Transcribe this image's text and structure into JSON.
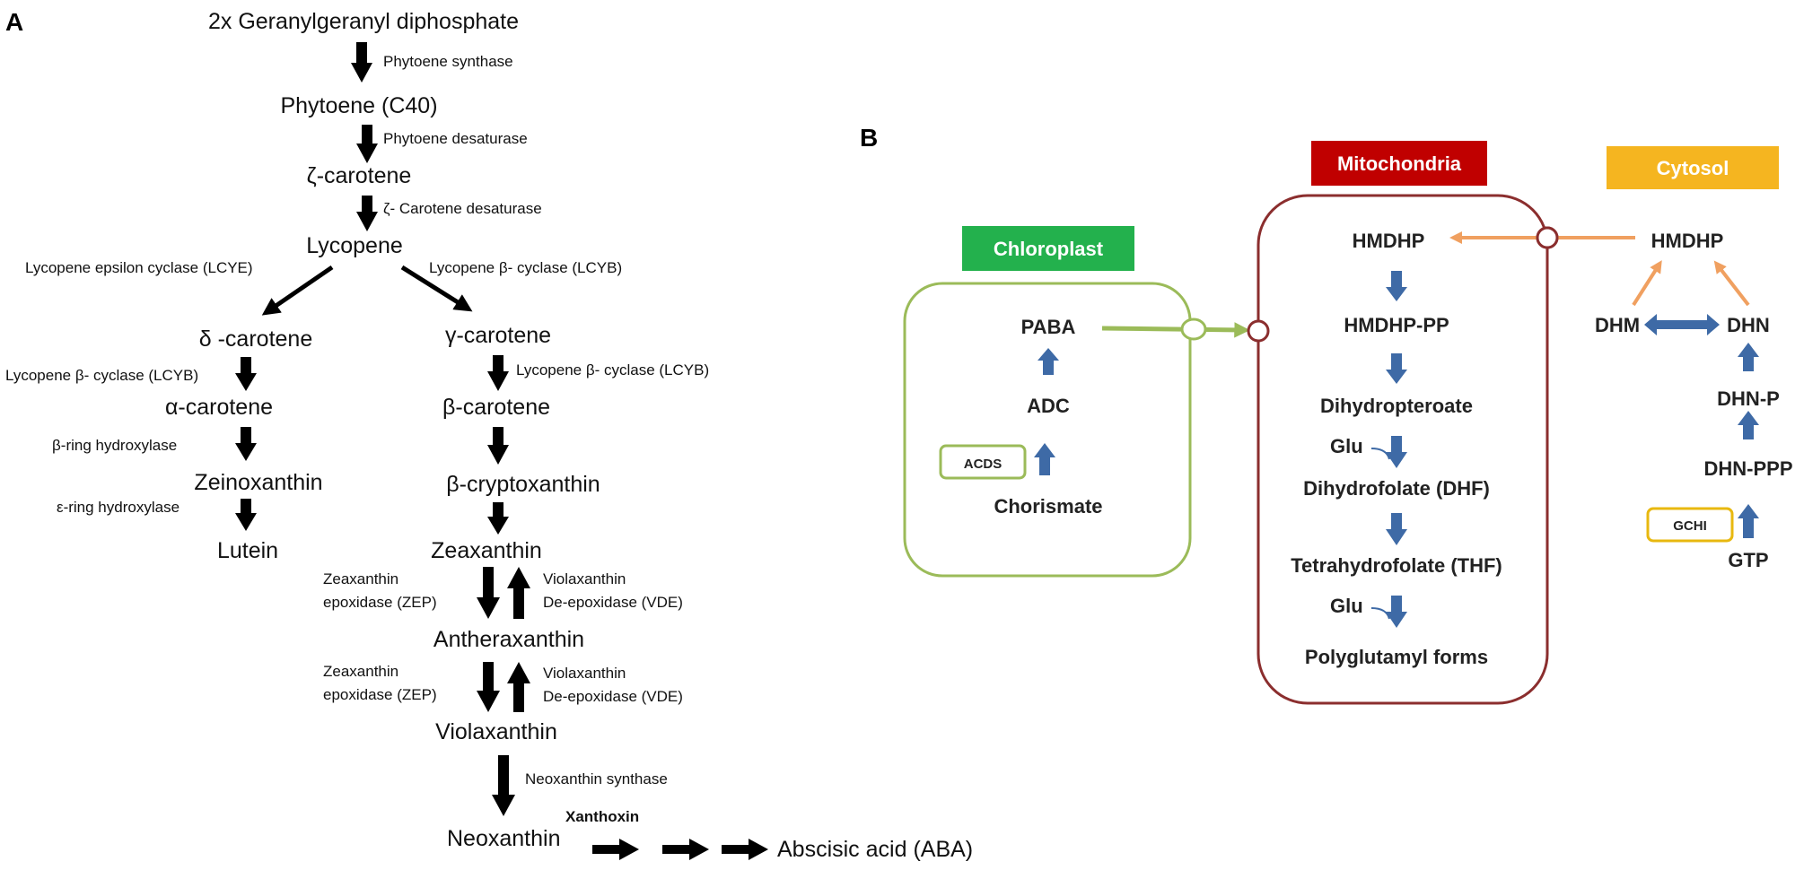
{
  "panel_a": {
    "label": "A",
    "nodes": {
      "ggpp": "2x Geranylgeranyl diphosphate",
      "phytoene": "Phytoene (C40)",
      "zeta_carotene": "ζ-carotene",
      "lycopene": "Lycopene",
      "delta_carotene": "δ -carotene",
      "gamma_carotene": "γ-carotene",
      "alpha_carotene": "α-carotene",
      "beta_carotene": "β-carotene",
      "zeinoxanthin": "Zeinoxanthin",
      "beta_cryptoxanthin": "β-cryptoxanthin",
      "lutein": "Lutein",
      "zeaxanthin": "Zeaxanthin",
      "antheraxanthin": "Antheraxanthin",
      "violaxanthin": "Violaxanthin",
      "neoxanthin": "Neoxanthin",
      "xanthoxin": "Xanthoxin",
      "aba": "Abscisic acid (ABA)"
    },
    "enzymes": {
      "phytoene_synthase": "Phytoene synthase",
      "phytoene_desaturase": "Phytoene desaturase",
      "zeta_desaturase": "ζ- Carotene desaturase",
      "lcye": "Lycopene epsilon cyclase (LCYE)",
      "lcyb_right": "Lycopene β- cyclase (LCYB)",
      "lcyb_left": "Lycopene β- cyclase (LCYB)",
      "lcyb_gamma": "Lycopene β- cyclase (LCYB)",
      "beta_ring": "β-ring hydroxylase",
      "epsilon_ring": "ε-ring hydroxylase",
      "zep1_line1": "Zeaxanthin",
      "zep1_line2": "epoxidase (ZEP)",
      "vde1_line1": "Violaxanthin",
      "vde1_line2": "De-epoxidase (VDE)",
      "zep2_line1": "Zeaxanthin",
      "zep2_line2": "epoxidase (ZEP)",
      "vde2_line1": "Violaxanthin",
      "vde2_line2": "De-epoxidase (VDE)",
      "neoxanthin_synthase": "Neoxanthin synthase"
    }
  },
  "panel_b": {
    "label": "B",
    "compartments": {
      "chloroplast": "Chloroplast",
      "mitochondria": "Mitochondria",
      "cytosol": "Cytosol"
    },
    "colors": {
      "chloroplast": "#23b14d",
      "mitochondria": "#c00000",
      "cytosol": "#f5b520",
      "chloroplast_border": "#9bbb59",
      "mitochondria_border": "#8b2e2e",
      "cytosol_box": "#e8b80f",
      "blue_arrow": "#3e6aa6",
      "orange_arrow": "#f0a060"
    },
    "chloroplast": {
      "paba": "PABA",
      "adc": "ADC",
      "chorismate": "Chorismate",
      "acds": "ACDS"
    },
    "mitochondria": {
      "hmdhp": "HMDHP",
      "hmdhp_pp": "HMDHP-PP",
      "dihydropteroate": "Dihydropteroate",
      "glu1": "Glu",
      "dhf": "Dihydrofolate (DHF)",
      "thf": "Tetrahydrofolate (THF)",
      "glu2": "Glu",
      "polyglutamyl": "Polyglutamyl forms"
    },
    "cytosol": {
      "hmdhp": "HMDHP",
      "dhm": "DHM",
      "dhn": "DHN",
      "dhn_p": "DHN-P",
      "dhn_ppp": "DHN-PPP",
      "gchi": "GCHI",
      "gtp": "GTP"
    }
  }
}
